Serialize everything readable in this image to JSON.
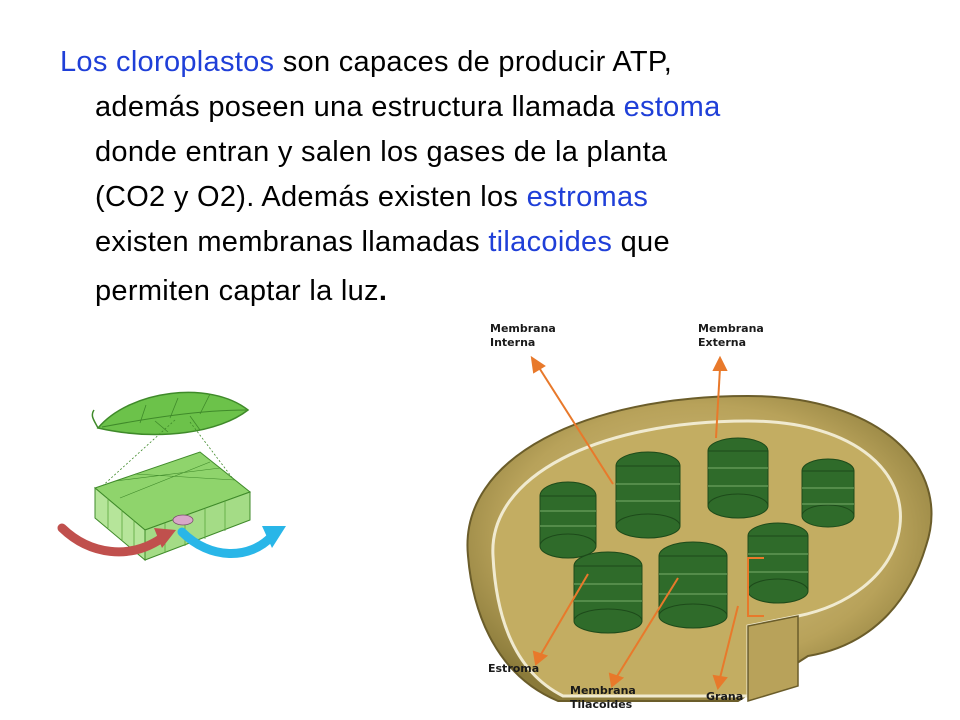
{
  "paragraph": {
    "l1_t1": "Los cloroplastos",
    "l1_t2": " son capaces de producir ATP,",
    "l2_t1": "además poseen una estructura llamada ",
    "l2_t2": "estoma",
    "l3_t1": "donde entran y salen los gases de la planta",
    "l4_t1": "(CO2 y O2). Además existen los ",
    "l4_t2": "estromas",
    "l5_t1": "existen membranas llamadas ",
    "l5_t2": "tilacoides",
    "l5_t3": " que",
    "l6_t1": "permiten captar la luz",
    "l6_t2": "."
  },
  "highlight_color": "#1f3fd8",
  "diagram_labels": {
    "membrana_interna_1": "Membrana",
    "membrana_interna_2": "Interna",
    "membrana_externa_1": "Membrana",
    "membrana_externa_2": "Externa",
    "estroma": "Estroma",
    "membrana_tilacoides_1": "Membrana",
    "membrana_tilacoides_2": "Tilacoides",
    "grana": "Grana"
  },
  "arrow_colors": {
    "co2": "#c0504d",
    "o2": "#29b6e8",
    "pointer": "#e8792b"
  }
}
